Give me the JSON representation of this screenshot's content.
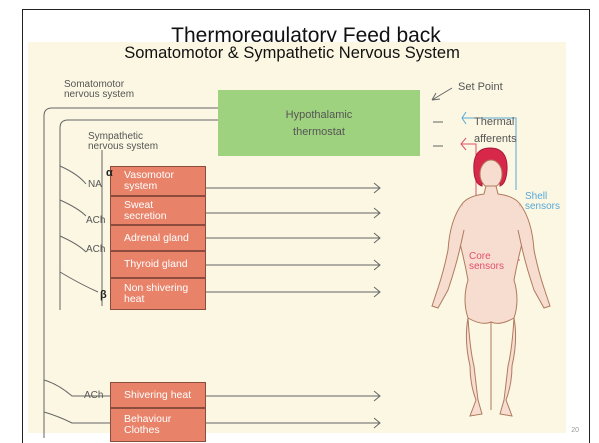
{
  "title": "Thermoregulatory Feed back",
  "subtitle": "Somatomotor & Sympathetic Nervous System",
  "somatomotor_label": [
    "Somatomotor",
    "nervous system"
  ],
  "sympathetic_label": [
    "Sympathetic",
    "nervous system"
  ],
  "set_point": "Set Point",
  "hypothalamic": [
    "Hypothalamic",
    "thermostat"
  ],
  "thermal_afferents": [
    "Thermal",
    "afferents"
  ],
  "shell_sensors": [
    "Shell",
    "sensors"
  ],
  "core_sensors": [
    "Core",
    "sensors"
  ],
  "effectors": [
    {
      "lines": [
        "Vasomotor",
        "system"
      ]
    },
    {
      "lines": [
        "Sweat",
        "secretion"
      ]
    },
    {
      "lines": [
        "Adrenal gland"
      ]
    },
    {
      "lines": [
        "Thyroid gland"
      ]
    },
    {
      "lines": [
        "Non shivering",
        "heat"
      ]
    },
    {
      "lines": [
        "Shivering heat"
      ]
    },
    {
      "lines": [
        "Behaviour",
        "Clothes"
      ]
    }
  ],
  "transmitters": {
    "na": "NA",
    "ach1": "ACh",
    "ach2": "ACh",
    "ach3": "ACh",
    "alpha": "α",
    "beta": "β"
  },
  "page_number": "20",
  "colors": {
    "effector_box": "#e8836a",
    "hypothalamus_box": "#9fd27f",
    "shell_sensor": "#58a8d8",
    "core_sensor": "#e0506a",
    "hair": "#d8284a"
  }
}
